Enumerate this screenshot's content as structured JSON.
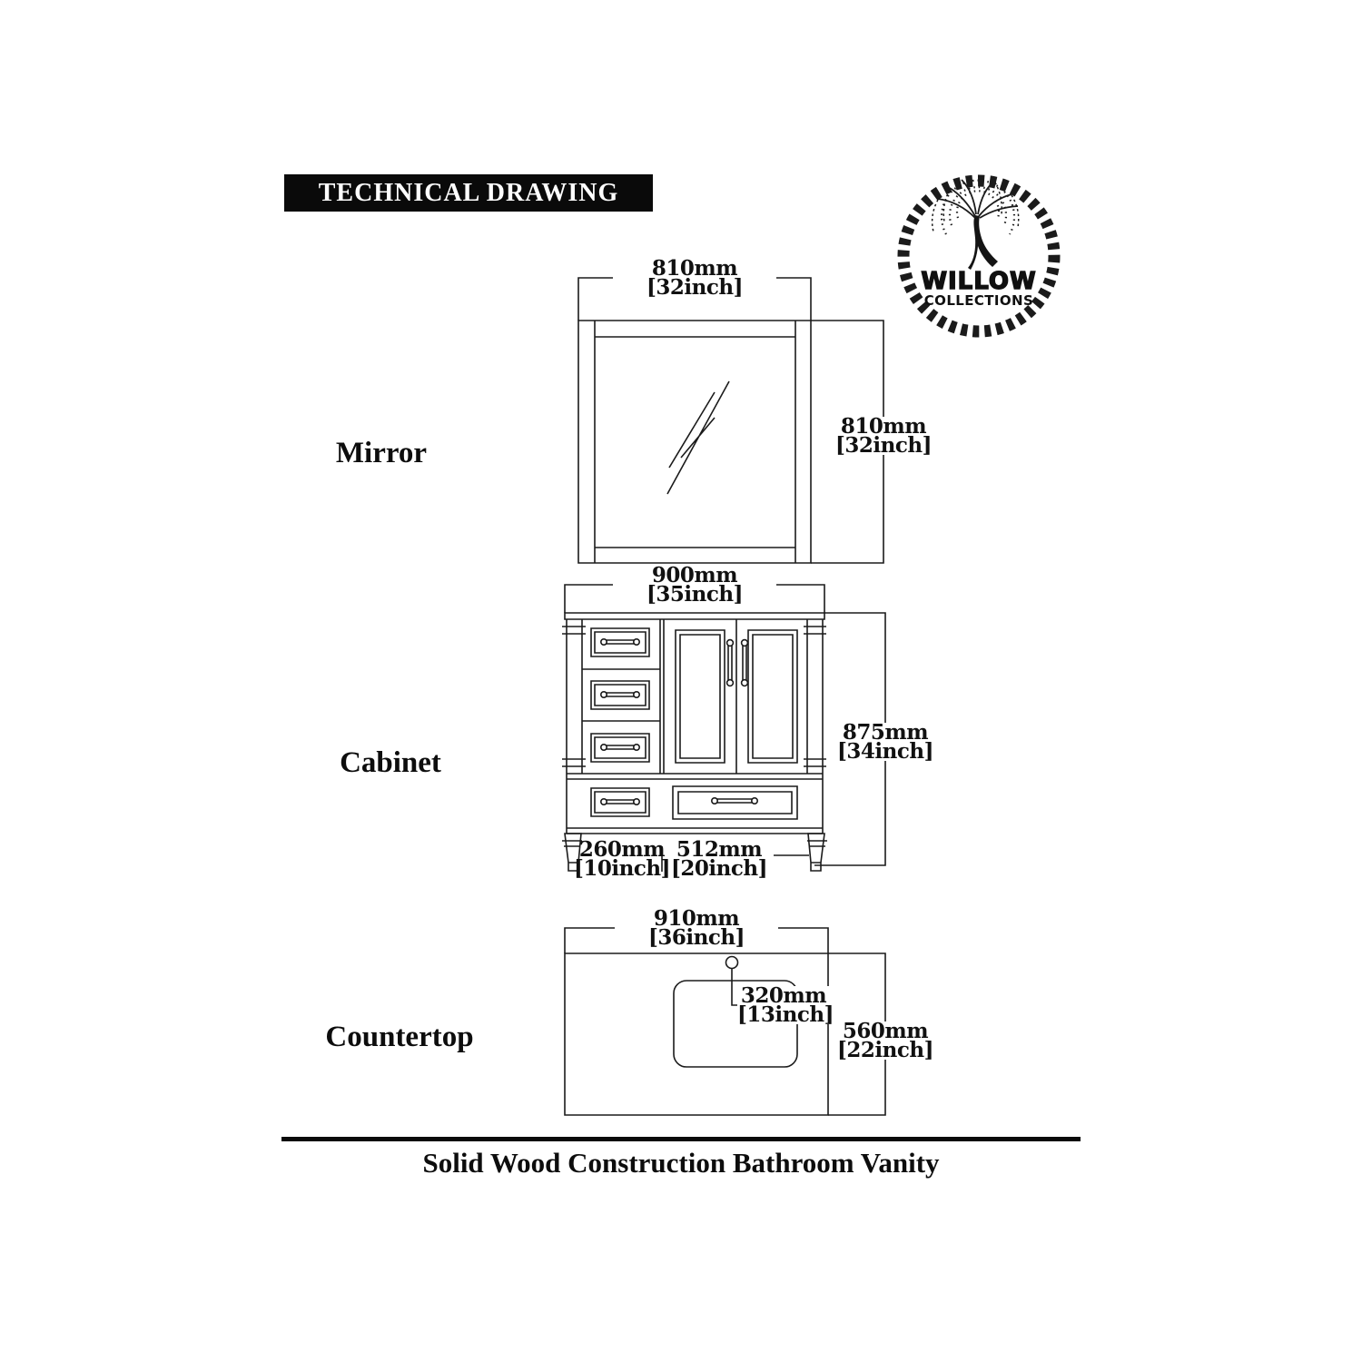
{
  "title": "TECHNICAL DRAWING",
  "logo": {
    "brand": "WILLOW",
    "subtitle": "COLLECTIONS"
  },
  "caption": "Solid Wood Construction Bathroom Vanity",
  "sections": {
    "mirror": {
      "label": "Mirror",
      "width_mm": "810mm",
      "width_in": "[32inch]",
      "height_mm": "810mm",
      "height_in": "[32inch]"
    },
    "cabinet": {
      "label": "Cabinet",
      "width_mm": "900mm",
      "width_in": "[35inch]",
      "height_mm": "875mm",
      "height_in": "[34inch]",
      "left_drawers_mm": "260mm",
      "left_drawers_in": "[10inch]",
      "doors_mm": "512mm",
      "doors_in": "[20inch]"
    },
    "countertop": {
      "label": "Countertop",
      "width_mm": "910mm",
      "width_in": "[36inch]",
      "depth_mm": "560mm",
      "depth_in": "[22inch]",
      "faucet_offset_mm": "320mm",
      "faucet_offset_in": "[13inch]"
    }
  }
}
